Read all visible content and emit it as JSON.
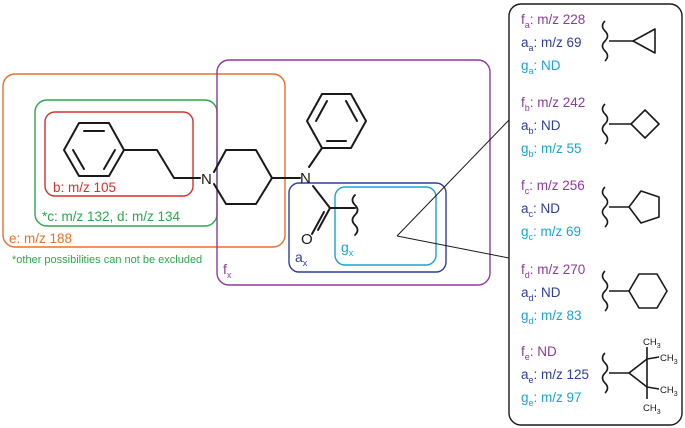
{
  "colors": {
    "orange": "#E8702A",
    "green": "#2BA84A",
    "red": "#D6312E",
    "purple": "#8E3A9C",
    "blue": "#2E3E9A",
    "cyan": "#1AA3D6",
    "black": "#1a1a1a"
  },
  "structure_labels": {
    "n_piperidine": "N",
    "n_amide": "N",
    "o_carbonyl": "O"
  },
  "region_labels": {
    "b": "b: m/z 105",
    "cd": "*c: m/z 132, d: m/z 134",
    "e": "e: m/z 188",
    "note": "*other possibilities can not be excluded",
    "fx": "f",
    "fx_sub": "x",
    "ax": "a",
    "ax_sub": "x",
    "gx": "g",
    "gx_sub": "x"
  },
  "panel_rows": [
    {
      "f_sub": "a",
      "f_val": ": m/z 228",
      "a_sub": "a",
      "a_val": ": m/z 69",
      "g_sub": "a",
      "g_val": ": ND",
      "ring": "cyclopropyl"
    },
    {
      "f_sub": "b",
      "f_val": ": m/z 242",
      "a_sub": "b",
      "a_val": ": ND",
      "g_sub": "b",
      "g_val": ": m/z 55",
      "ring": "cyclobutyl"
    },
    {
      "f_sub": "c",
      "f_val": ": m/z 256",
      "a_sub": "c",
      "a_val": ": ND",
      "g_sub": "c",
      "g_val": ": m/z 69",
      "ring": "cyclopentyl"
    },
    {
      "f_sub": "d",
      "f_val": ": m/z 270",
      "a_sub": "d",
      "a_val": ": ND",
      "g_sub": "d",
      "g_val": ": m/z 83",
      "ring": "cyclohexyl"
    },
    {
      "f_sub": "e",
      "f_val": ": ND",
      "a_sub": "e",
      "a_val": ": m/z 125",
      "g_sub": "e",
      "g_val": ": m/z 97",
      "ring": "tetramethylcyclopropyl",
      "methyl_labels": [
        "CH",
        "3",
        "CH",
        "3",
        "CH",
        "3",
        "CH",
        "3"
      ]
    }
  ],
  "letters": {
    "f": "f",
    "a": "a",
    "g": "g"
  }
}
